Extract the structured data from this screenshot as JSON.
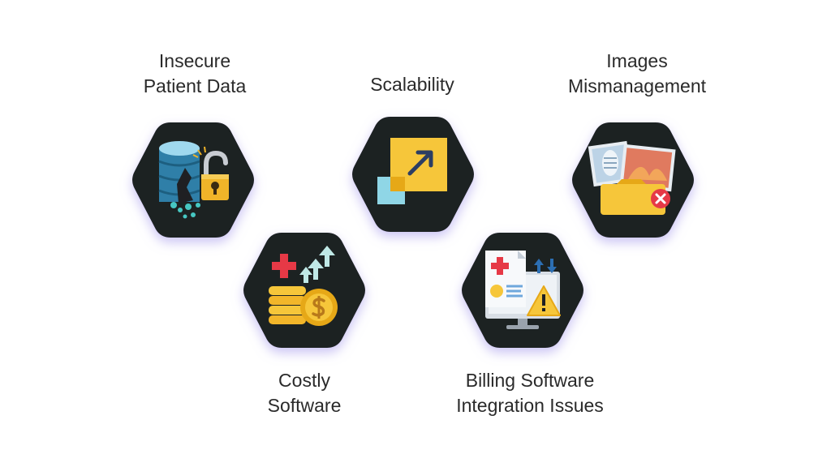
{
  "items": [
    {
      "line1": "Insecure",
      "line2": "Patient Data",
      "icon": "unlocked-database-icon"
    },
    {
      "line1": "Scalability",
      "line2": "",
      "icon": "scale-up-arrow-icon"
    },
    {
      "line1": "Images",
      "line2": "Mismanagement",
      "icon": "image-folder-error-icon"
    },
    {
      "line1": "Costly",
      "line2": "Software",
      "icon": "rising-cost-coins-icon"
    },
    {
      "line1": "Billing Software",
      "line2": "Integration Issues",
      "icon": "billing-monitor-warning-icon"
    }
  ],
  "colors": {
    "hex_fill": "#1f2023",
    "hex_glow": "#c9c3f5",
    "text": "#2a2a2a"
  }
}
